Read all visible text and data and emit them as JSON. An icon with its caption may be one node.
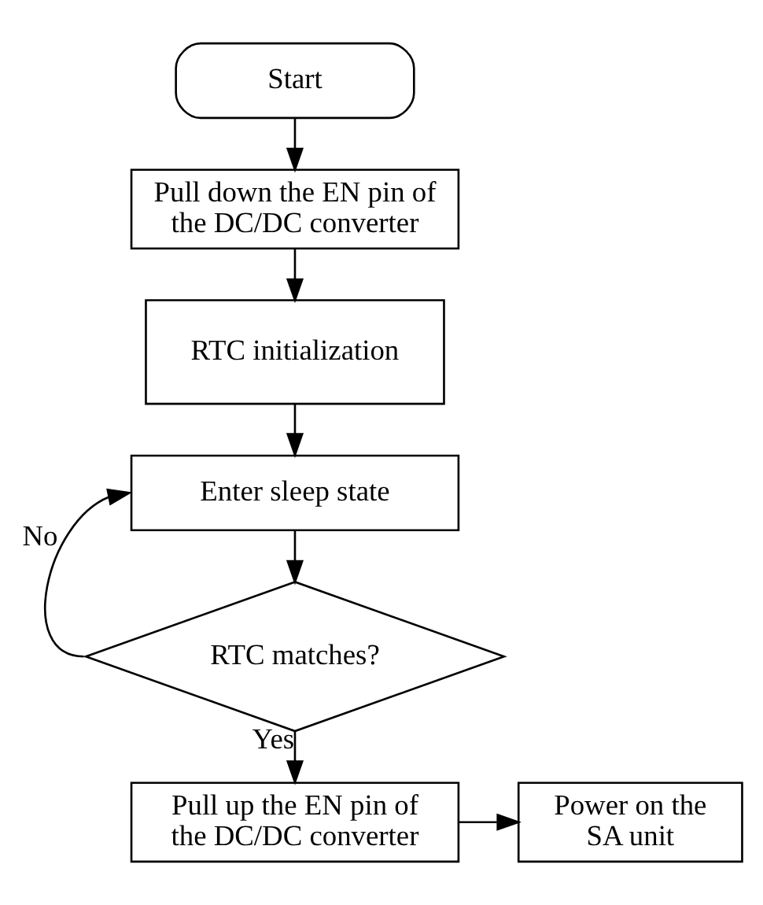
{
  "diagram": {
    "nodes": [
      {
        "text": [
          "Start"
        ]
      },
      {
        "text": [
          "Pull down the EN pin of the DC/DC converter"
        ]
      },
      {
        "text": [
          "RTC initialization"
        ]
      },
      {
        "text": [
          "Enter sleep state"
        ]
      },
      {
        "text": [
          "RTC matches?"
        ]
      },
      {
        "text": [
          "Pull up the EN pin of the DC/DC converter"
        ]
      },
      {
        "text": [
          "Power on the SA unit"
        ]
      }
    ],
    "edges": [
      {
        "from": 0,
        "to": 1,
        "arrow": "to"
      },
      {
        "from": 1,
        "to": 2,
        "arrow": "to"
      },
      {
        "from": 2,
        "to": 3,
        "arrow": "to"
      },
      {
        "from": 3,
        "to": 4,
        "arrow": "to"
      },
      {
        "from": 4,
        "to": 3,
        "arrow": "to",
        "label": "No"
      },
      {
        "from": 4,
        "to": 5,
        "arrow": "to",
        "label": "Yes"
      },
      {
        "from": 5,
        "to": 6,
        "arrow": "to"
      }
    ]
  }
}
